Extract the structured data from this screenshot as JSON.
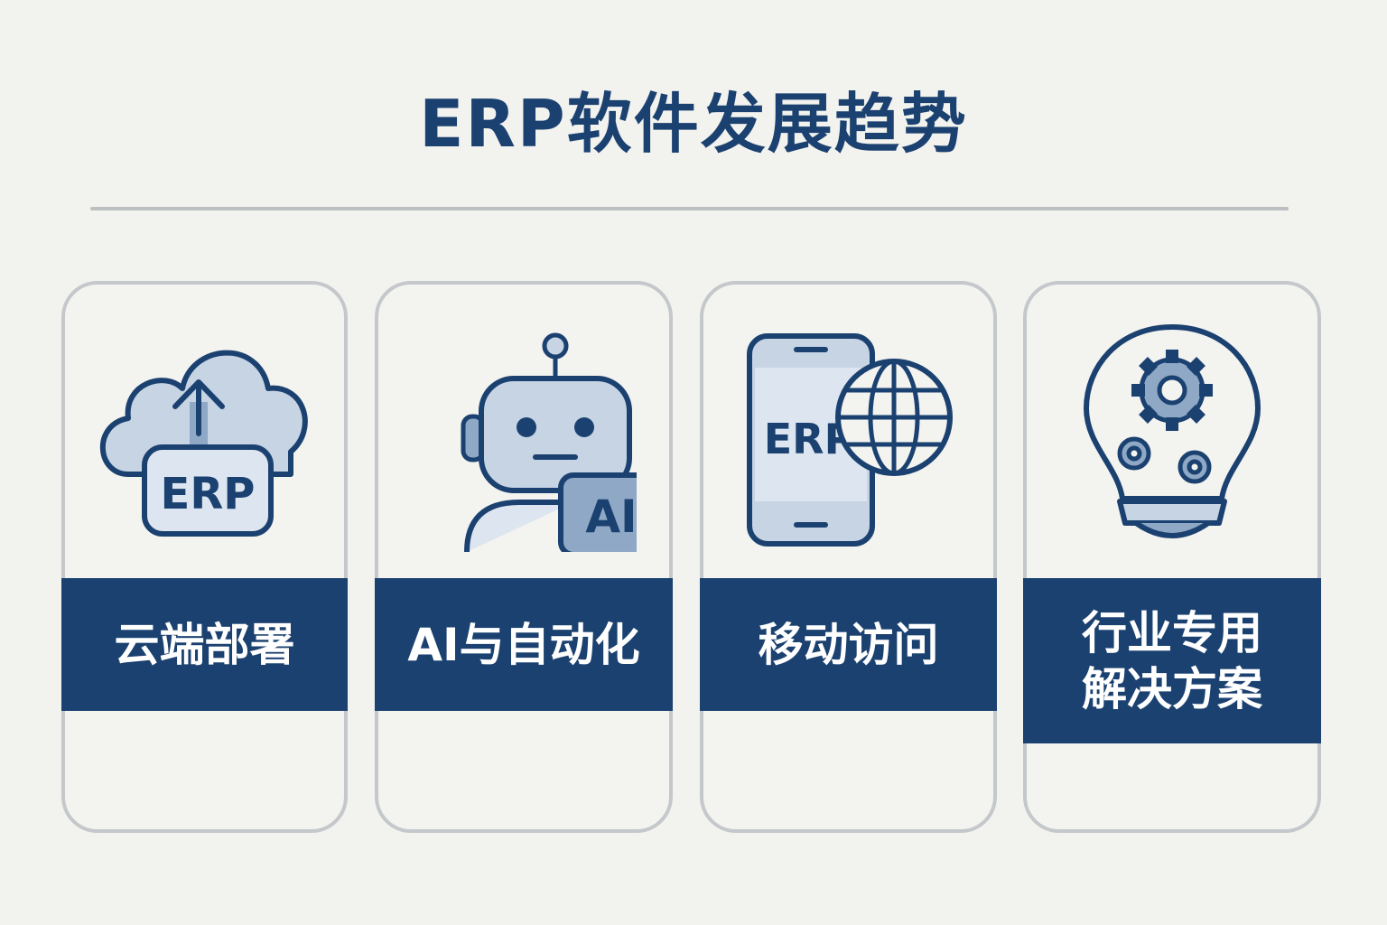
{
  "title": "ERP软件发展趋势",
  "colors": {
    "primary": "#1b4170",
    "icon_fill": "#c6d4e4",
    "icon_accent": "#8fa8c6",
    "border": "#c4c8cb",
    "background": "#f2f2ee"
  },
  "cards": [
    {
      "label": "云端部署",
      "icon": "cloud-upload-icon",
      "icon_text": "ERP"
    },
    {
      "label": "AI与自动化",
      "icon": "robot-icon",
      "icon_text": "AI"
    },
    {
      "label": "移动访问",
      "icon": "mobile-globe-icon",
      "icon_text": "ERP"
    },
    {
      "label_lines": [
        "行业专用",
        "解决方案"
      ],
      "icon": "lightbulb-gears-icon"
    }
  ]
}
